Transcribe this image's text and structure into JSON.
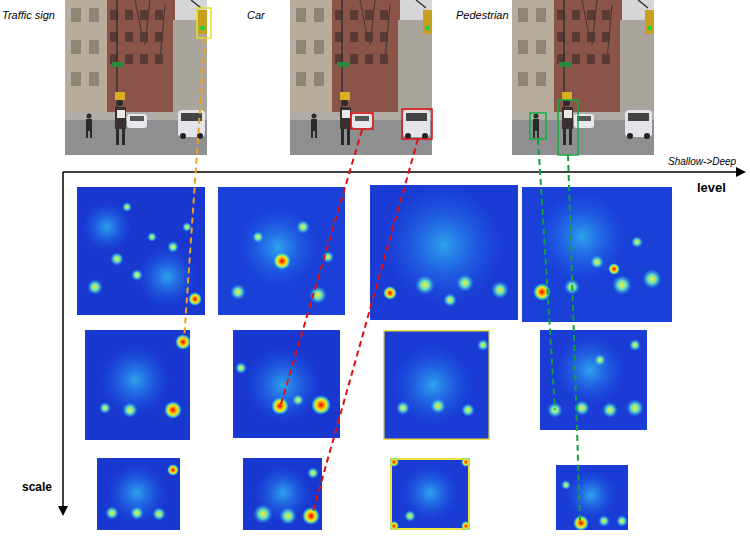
{
  "diagram": {
    "nodes": [
      {
        "text": [
          "Traffic sign"
        ]
      },
      {
        "text": [
          "Car"
        ]
      },
      {
        "text": [
          "Pedestrian"
        ]
      }
    ],
    "labels": [
      "Shallow->Deep",
      "level",
      "scale"
    ]
  }
}
